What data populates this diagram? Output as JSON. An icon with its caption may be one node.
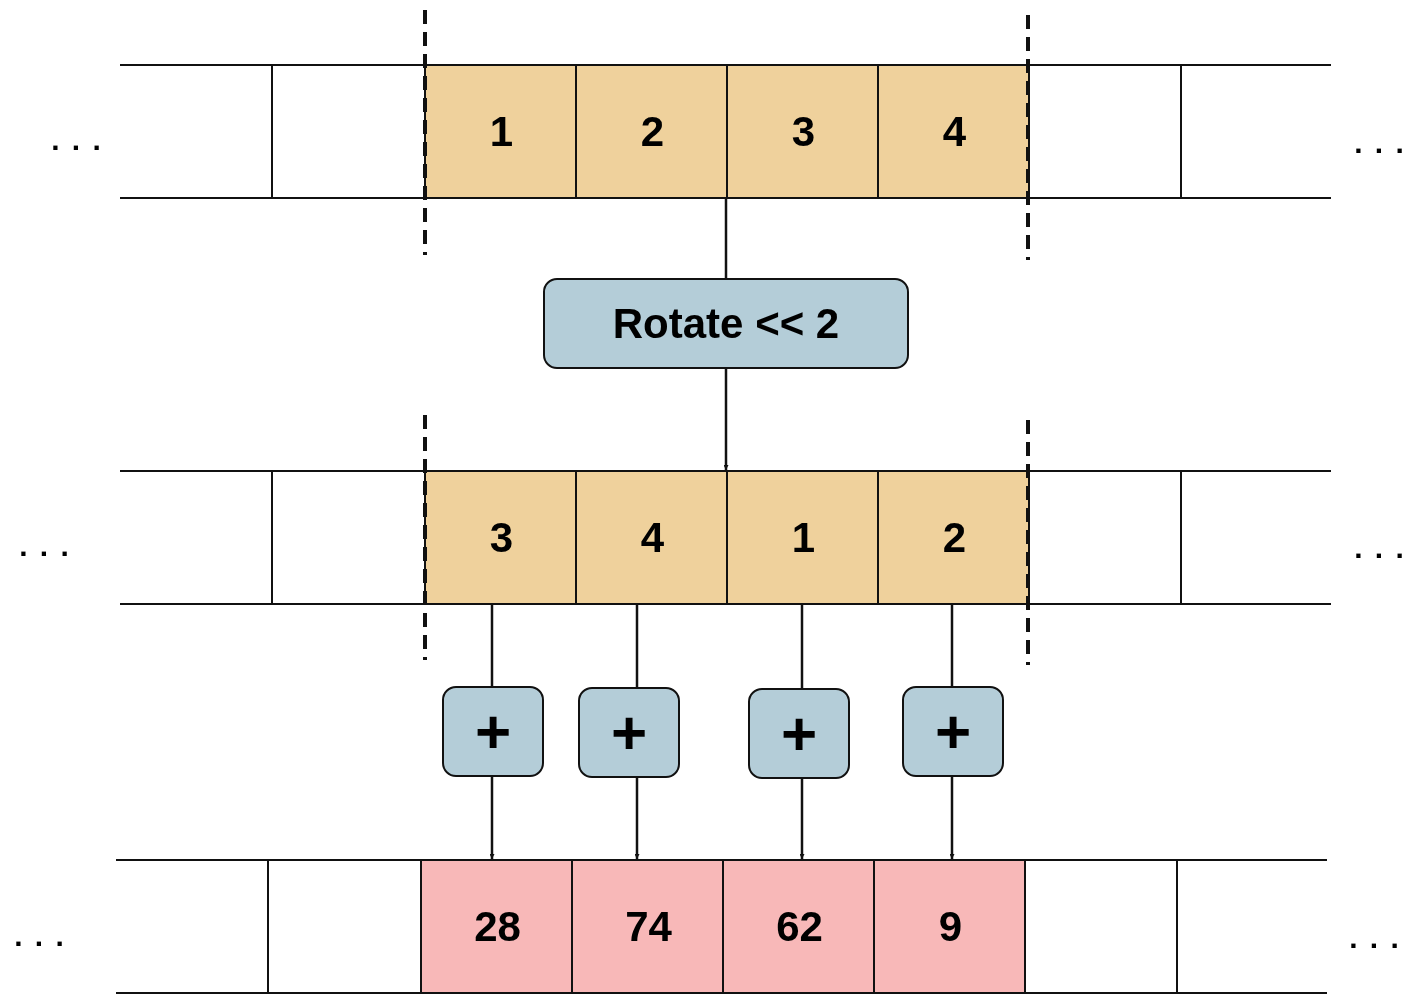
{
  "diagram": {
    "nodes": [
      {
        "text": [],
        "shape": "box"
      },
      {
        "text": [],
        "shape": "box"
      },
      {
        "text": [
          "1"
        ]
      },
      {
        "text": [
          "2"
        ]
      },
      {
        "text": [
          "3"
        ]
      },
      {
        "text": [
          "4"
        ]
      },
      {
        "text": [],
        "shape": "box"
      },
      {
        "text": [],
        "shape": "box"
      },
      {
        "text": [
          "Rotate << 2"
        ]
      },
      {
        "text": [],
        "shape": "box"
      },
      {
        "text": [],
        "shape": "box"
      },
      {
        "text": [
          "3"
        ]
      },
      {
        "text": [
          "4"
        ]
      },
      {
        "text": [
          "1"
        ]
      },
      {
        "text": [
          "2"
        ]
      },
      {
        "text": [],
        "shape": "box"
      },
      {
        "text": [],
        "shape": "box"
      },
      {
        "text": [
          "+"
        ]
      },
      {
        "text": [
          "+"
        ]
      },
      {
        "text": [
          "+"
        ]
      },
      {
        "text": [
          "+"
        ]
      },
      {
        "text": [],
        "shape": "box"
      },
      {
        "text": [],
        "shape": "box"
      },
      {
        "text": [
          "28"
        ]
      },
      {
        "text": [
          "74"
        ]
      },
      {
        "text": [
          "62"
        ]
      },
      {
        "text": [
          "9"
        ]
      },
      {
        "text": [],
        "shape": "box"
      },
      {
        "text": [],
        "shape": "box"
      }
    ],
    "edges": [
      {
        "from": 4,
        "to": 8,
        "arrow": "none"
      },
      {
        "from": 8,
        "to": 13,
        "arrow": "to"
      },
      {
        "from": 11,
        "to": 17,
        "arrow": "none"
      },
      {
        "from": 12,
        "to": 18,
        "arrow": "none"
      },
      {
        "from": 13,
        "to": 19,
        "arrow": "none"
      },
      {
        "from": 14,
        "to": 20,
        "arrow": "none"
      },
      {
        "from": 17,
        "to": 23,
        "arrow": "to"
      },
      {
        "from": 18,
        "to": 24,
        "arrow": "to"
      },
      {
        "from": 19,
        "to": 25,
        "arrow": "to"
      },
      {
        "from": 20,
        "to": 26,
        "arrow": "to"
      }
    ],
    "labels": [
      ". . .",
      ". . .",
      ". . .",
      ". . .",
      ". . .",
      ". . ."
    ]
  }
}
